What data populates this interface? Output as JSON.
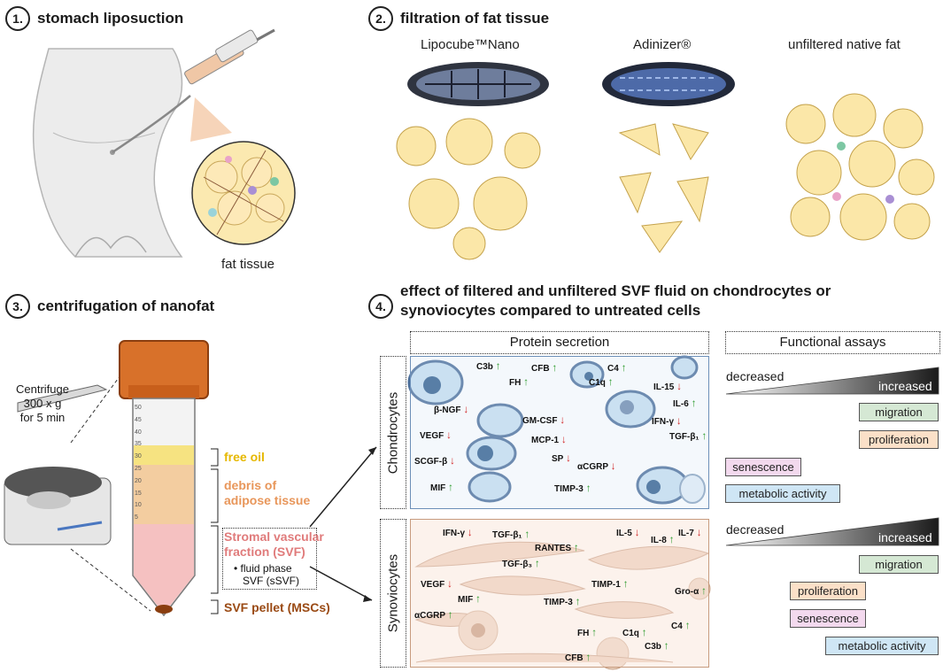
{
  "steps": {
    "s1": {
      "num": "1.",
      "title": "stomach liposuction",
      "caption": "fat tissue"
    },
    "s2": {
      "num": "2.",
      "title": "filtration of fat tissue",
      "columns": [
        "Lipocube™Nano",
        "Adinizer®",
        "unfiltered native fat"
      ]
    },
    "s3": {
      "num": "3.",
      "title": "centrifugation of nanofat",
      "centrifuge": [
        "Centrifuge",
        "300 x g",
        "for 5 min"
      ],
      "layers": {
        "free_oil": "free oil",
        "debris": [
          "debris of",
          "adipose tissue"
        ],
        "svf": [
          "Stromal vascular",
          "fraction (SVF)"
        ],
        "fluid": [
          "fluid phase",
          "SVF (sSVF)"
        ],
        "pellet": "SVF pellet (MSCs)"
      },
      "tube_ticks": [
        "50",
        "45",
        "40",
        "35",
        "30",
        "25",
        "20",
        "15",
        "10",
        "5"
      ]
    },
    "s4": {
      "num": "4.",
      "title_line1": "effect of filtered and unfiltered SVF fluid on chondrocytes or",
      "title_line2": "synoviocytes compared to untreated cells"
    }
  },
  "panels": {
    "protein_header": "Protein secretion",
    "functional_header": "Functional assays",
    "chondrocytes": "Chondrocytes",
    "synoviocytes": "Synoviocytes"
  },
  "chondro_labels": [
    {
      "t": "C3b",
      "d": "up"
    },
    {
      "t": "CFB",
      "d": "up"
    },
    {
      "t": "C4",
      "d": "up"
    },
    {
      "t": "FH",
      "d": "up"
    },
    {
      "t": "C1q",
      "d": "up"
    },
    {
      "t": "IL-15",
      "d": "dn"
    },
    {
      "t": "IL-6",
      "d": "up"
    },
    {
      "t": "β-NGF",
      "d": "dn"
    },
    {
      "t": "GM-CSF",
      "d": "dn"
    },
    {
      "t": "IFN-γ",
      "d": "dn"
    },
    {
      "t": "VEGF",
      "d": "dn"
    },
    {
      "t": "MCP-1",
      "d": "dn"
    },
    {
      "t": "TGF-β₁",
      "d": "up"
    },
    {
      "t": "SCGF-β",
      "d": "dn"
    },
    {
      "t": "SP",
      "d": "dn"
    },
    {
      "t": "αCGRP",
      "d": "dn"
    },
    {
      "t": "MIF",
      "d": "up"
    },
    {
      "t": "TIMP-3",
      "d": "up"
    }
  ],
  "synovio_labels": [
    {
      "t": "IFN-γ",
      "d": "dn"
    },
    {
      "t": "TGF-β₁",
      "d": "up"
    },
    {
      "t": "IL-5",
      "d": "dn"
    },
    {
      "t": "IL-7",
      "d": "dn"
    },
    {
      "t": "RANTES",
      "d": "up"
    },
    {
      "t": "IL-8",
      "d": "up"
    },
    {
      "t": "TGF-β₃",
      "d": "up"
    },
    {
      "t": "VEGF",
      "d": "dn"
    },
    {
      "t": "TIMP-1",
      "d": "up"
    },
    {
      "t": "Gro-α",
      "d": "up"
    },
    {
      "t": "MIF",
      "d": "up"
    },
    {
      "t": "TIMP-3",
      "d": "up"
    },
    {
      "t": "αCGRP",
      "d": "up"
    },
    {
      "t": "C4",
      "d": "up"
    },
    {
      "t": "FH",
      "d": "up"
    },
    {
      "t": "C1q",
      "d": "up"
    },
    {
      "t": "C3b",
      "d": "up"
    },
    {
      "t": "CFB",
      "d": "up"
    }
  ],
  "functional": {
    "decreased": "decreased",
    "increased": "increased",
    "chondro": [
      "migration",
      "proliferation",
      "senescence",
      "metabolic activity"
    ],
    "synovio": [
      "migration",
      "proliferation",
      "senescence",
      "metabolic activity"
    ]
  },
  "colors": {
    "migration": "#d5e8d4",
    "proliferation": "#fbe0c8",
    "senescence": "#f3d9ee",
    "metabolic": "#cfe6f5",
    "fat": "#fbe9b0",
    "tube_cap": "#d8712a"
  }
}
